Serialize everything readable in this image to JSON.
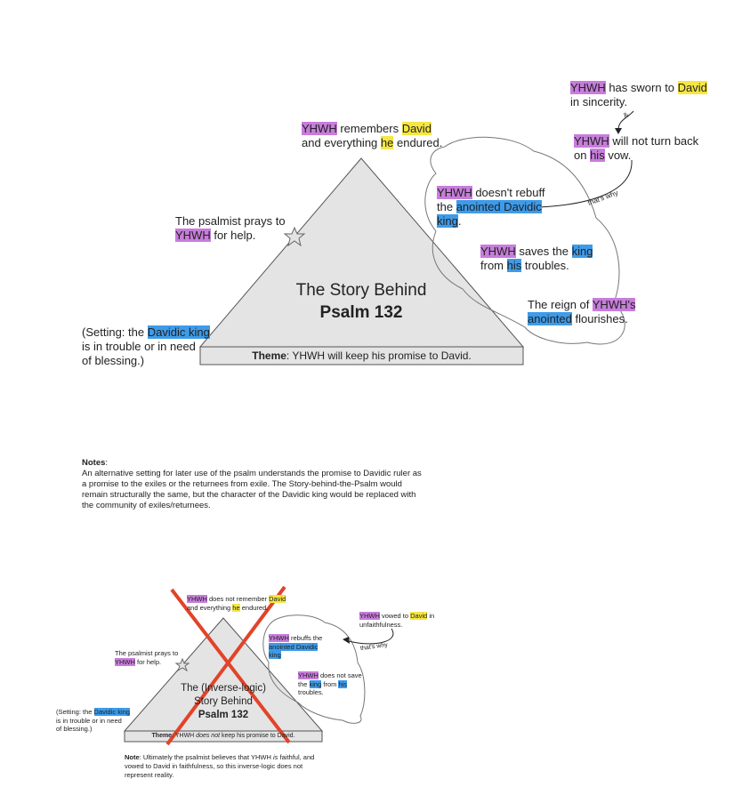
{
  "colors": {
    "purple_highlight": "#c77ddb",
    "yellow_highlight": "#f5e642",
    "blue_highlight": "#3d9be9",
    "triangle_fill": "#e4e4e4",
    "cross": "#e2432a"
  },
  "top": {
    "title_line1": "The Story Behind",
    "title_line2": "Psalm 132",
    "theme_label": "Theme",
    "theme_text": ": YHWH will keep his promise to David.",
    "setting": {
      "a": "(Setting: the ",
      "b": "Davidic king",
      "c": "is in trouble or in need",
      "d": "of blessing.)"
    },
    "prays": {
      "a": "The psalmist prays to",
      "b": "YHWH",
      "c": " for help."
    },
    "remembers": {
      "a": "YHWH",
      "b": " remembers ",
      "c": "David",
      "d": "and everything ",
      "e": "he",
      "f": " endured."
    },
    "sworn": {
      "a": "YHWH",
      "b": " has sworn to ",
      "c": "David",
      "d": "in sincerity."
    },
    "and_label": "&",
    "vow": {
      "a": "YHWH",
      "b": " will not turn back",
      "c": "on ",
      "d": "his",
      "e": " vow."
    },
    "thats_why": "that's why",
    "rebuff": {
      "a": "YHWH",
      "b": " doesn't rebuff",
      "c": "the ",
      "d": "anointed Davidic",
      "e": "king",
      "f": "."
    },
    "saves": {
      "a": "YHWH",
      "b": " saves the ",
      "c": "king",
      "d": "from ",
      "e": "his",
      "f": " troubles."
    },
    "reign": {
      "a": "The reign of ",
      "b": "YHWH's",
      "c": "anointed",
      "d": " flourishes."
    }
  },
  "notes": {
    "label": "Notes",
    "colon": ":",
    "line1": "An alternative setting for later use of the psalm understands the promise to Davidic ruler as",
    "line2": "a promise to the exiles or the returnees from exile. The Story-behind-the-Psalm would",
    "line3": "remain structurally the same, but the character of the Davidic king would be replaced with",
    "line4": "the community of exiles/returnees."
  },
  "bottom": {
    "title_line1": "The (Inverse-logic)",
    "title_line2": "Story Behind",
    "title_line3": "Psalm 132",
    "theme_label": "Theme",
    "theme_a": ": YHWH ",
    "theme_b": "does not",
    "theme_c": " keep his promise to David.",
    "setting": {
      "a": "(Setting: the ",
      "b": "Davidic king",
      "c": "is in trouble or in need",
      "d": "of blessing.)"
    },
    "prays": {
      "a": "The psalmist prays to",
      "b": "YHWH",
      "c": " for help."
    },
    "remember": {
      "a": "YHWH",
      "b": " does not remember ",
      "c": "David",
      "d": "and everything ",
      "e": "he",
      "f": " endured."
    },
    "vowed": {
      "a": "YHWH",
      "b": " vowed to ",
      "c": "David",
      "d": " in",
      "e": "unfaithfulness."
    },
    "thats_why": "that's why",
    "rebuffs": {
      "a": "YHWH",
      "b": " rebuffs the",
      "c": "anointed Davidic",
      "d": "king"
    },
    "notsave": {
      "a": "YHWH",
      "b": " does not save",
      "c": "the ",
      "d": "king",
      "e": " from ",
      "f": "his",
      "g": "troubles."
    },
    "note_label": "Note",
    "note_a": ": Ultimately the psalmist believes that YHWH ",
    "note_b": "is",
    "note_c": " faithful, and",
    "note_line2": "vowed to David in faithfulness, so this inverse-logic does not",
    "note_line3": "represent reality."
  }
}
